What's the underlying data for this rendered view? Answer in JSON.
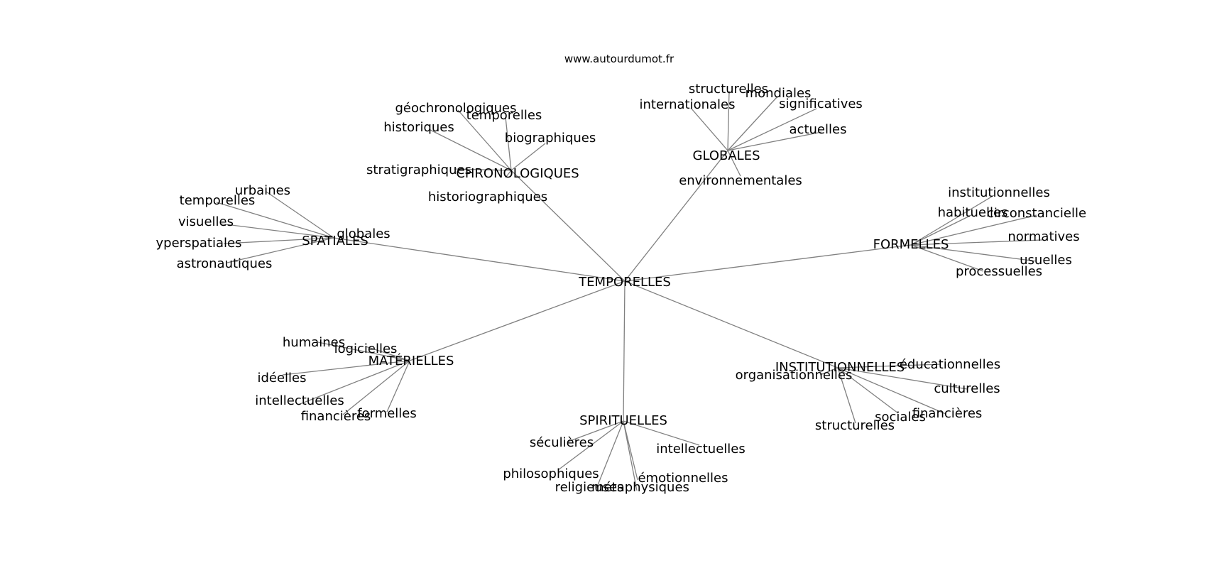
{
  "source": "www.autourdumot.fr",
  "center": "TEMPORELLES",
  "groups": [
    {
      "label": "CHRONOLOGIQUES",
      "terms": [
        "géochronologiques",
        "temporelles",
        "historiques",
        "biographiques",
        "stratigraphiques",
        "historiographiques"
      ]
    },
    {
      "label": "GLOBALES",
      "terms": [
        "structurelles",
        "mondiales",
        "internationales",
        "significatives",
        "actuelles",
        "environnementales"
      ]
    },
    {
      "label": "SPATIALES",
      "terms": [
        "urbaines",
        "temporelles",
        "visuelles",
        "globales",
        "yperspatiales",
        "astronautiques"
      ]
    },
    {
      "label": "FORMELLES",
      "terms": [
        "institutionnelles",
        "habituelles",
        "circonstancielle",
        "normatives",
        "usuelles",
        "processuelles"
      ]
    },
    {
      "label": "MATÉRIELLES",
      "terms": [
        "humaines",
        "logicielles",
        "idéelles",
        "intellectuelles",
        "financières",
        "formelles"
      ]
    },
    {
      "label": "INSTITUTIONNELLES",
      "terms": [
        "éducationnelles",
        "organisationnelles",
        "culturelles",
        "financières",
        "sociales",
        "structurelles"
      ]
    },
    {
      "label": "SPIRITUELLES",
      "terms": [
        "séculières",
        "intellectuelles",
        "philosophiques",
        "émotionnelles",
        "religieuses",
        "métaphysiques"
      ]
    }
  ]
}
